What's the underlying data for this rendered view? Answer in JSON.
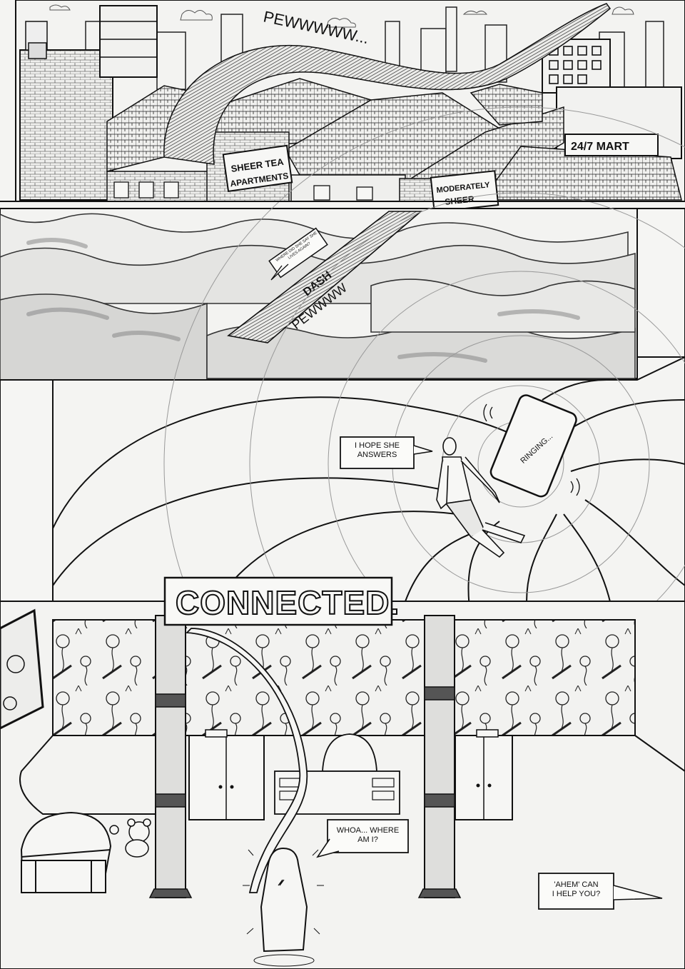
{
  "panel1": {
    "sfx": "PEWWWWW...",
    "sign_apartments_line1": "SHEER TEA",
    "sign_apartments_line2": "APARTMENTS",
    "sign_moderately_line1": "MODERATELY",
    "sign_moderately_line2": "SHEER",
    "sign_mart": "24/7 MART"
  },
  "panel2": {
    "speech": "WHERE DID SHE SAY SHE LIVES AGAIN?",
    "sfx_dash": "DASH",
    "sfx": "PEWWWW"
  },
  "panel3": {
    "speech_line1": "I HOPE SHE",
    "speech_line2": "ANSWERS",
    "phone_text": "RINGING..."
  },
  "panel4": {
    "sign": "CONNECTED.",
    "speech_whoa_line1": "WHOA... WHERE",
    "speech_whoa_line2": "AM I?",
    "speech_ahem_line1": "'AHEM' CAN",
    "speech_ahem_line2": "I HELP YOU?"
  }
}
